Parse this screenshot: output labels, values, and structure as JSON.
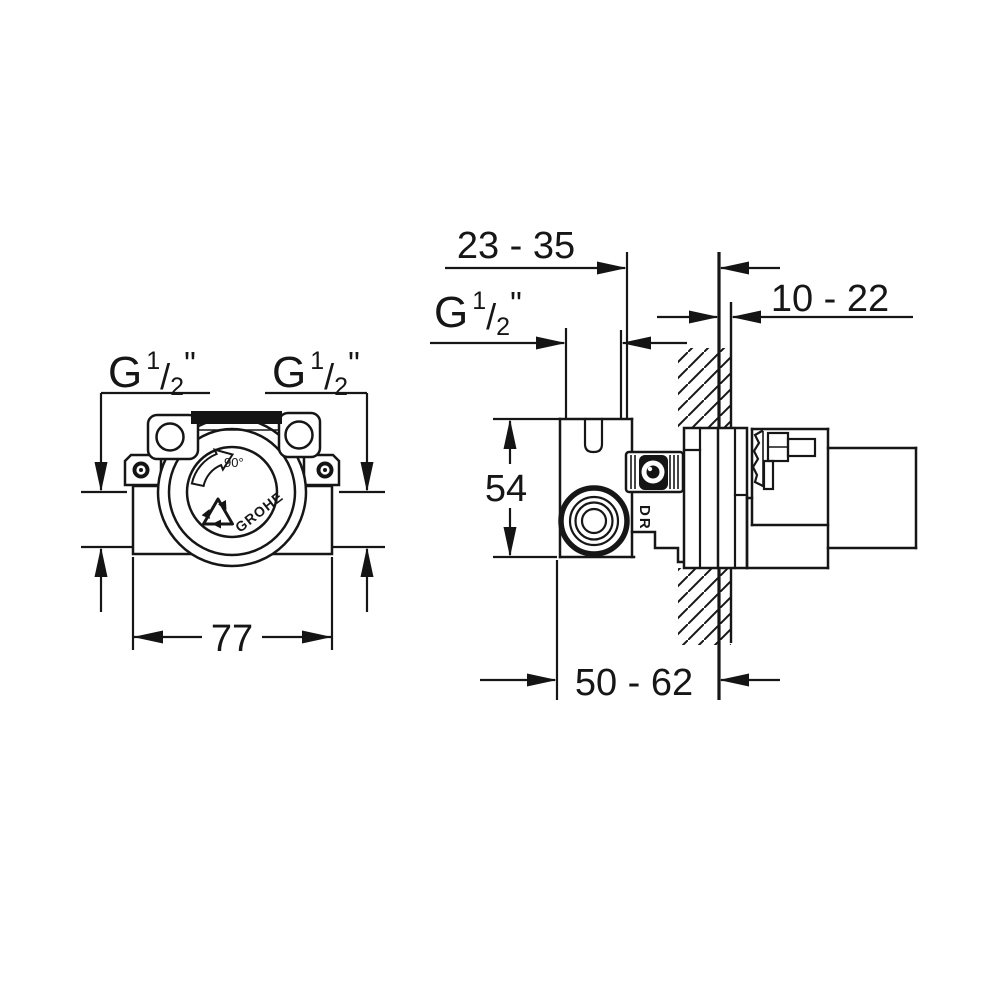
{
  "drawing": {
    "title": "concealed-valve-rough-in-installation-drawing",
    "labels": {
      "g_half": {
        "base": "G",
        "sup": "1",
        "slash": "/",
        "sub": "2",
        "quote": "\""
      },
      "dim_body_width": "77",
      "dim_body_height": "54",
      "dim_body_to_wall": "23 - 35",
      "dim_finish_thickness": "10 - 22",
      "dim_install_depth": "50 - 62",
      "rotation_angle": "90°",
      "outlet_marking": "DR",
      "brand": "GROHE"
    },
    "colors": {
      "line": "#161616",
      "background": "#ffffff"
    }
  }
}
